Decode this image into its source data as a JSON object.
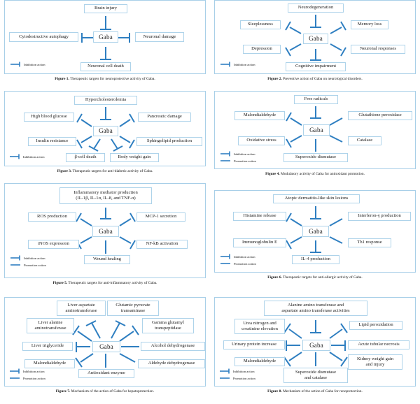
{
  "theme": {
    "line_color": "#2f7fc1",
    "box_border": "#aed3ea",
    "panel_border": "#a8cfe8",
    "background": "#ffffff",
    "text_color": "#1a1a1a"
  },
  "legend_labels": {
    "inhibition": "Inhibition action",
    "promotion": "Promotion action"
  },
  "hub_label": "Gaba",
  "figures": [
    {
      "id": "figure-1",
      "caption_prefix": "Figure 1.",
      "caption_text": "Therapeutic targets for neuroprotective activity of Gaba.",
      "hub": "Gaba",
      "legend": [
        "inhibition"
      ],
      "nodes": [
        {
          "name": "brain-injury",
          "label": "Brain injury",
          "relation": "inhibition",
          "position": "top"
        },
        {
          "name": "cytodestructive-autophagy",
          "label": "Cytodestructive autophagy",
          "relation": "inhibition",
          "position": "left"
        },
        {
          "name": "neuronal-damage",
          "label": "Neuronal damage",
          "relation": "inhibition",
          "position": "right"
        },
        {
          "name": "neuronal-cell-death",
          "label": "Neuronal cell death",
          "relation": "inhibition",
          "position": "bottom"
        }
      ]
    },
    {
      "id": "figure-2",
      "caption_prefix": "Figure 2.",
      "caption_text": "Preventive action of Gaba on neurological disorders.",
      "hub": "Gaba",
      "legend": [
        "inhibition"
      ],
      "nodes": [
        {
          "name": "neurodegeneration",
          "label": "Neurodegeneration",
          "relation": "inhibition",
          "position": "top"
        },
        {
          "name": "sleeplessness",
          "label": "Sleeplessness",
          "relation": "inhibition",
          "position": "upper-left"
        },
        {
          "name": "memory-loss",
          "label": "Memory loss",
          "relation": "inhibition",
          "position": "upper-right"
        },
        {
          "name": "depression",
          "label": "Depression",
          "relation": "inhibition",
          "position": "lower-left"
        },
        {
          "name": "neuronal-responses",
          "label": "Neuronal responses",
          "relation": "inhibition",
          "position": "lower-right"
        },
        {
          "name": "cognitive-impairment",
          "label": "Cognitive impairment",
          "relation": "inhibition",
          "position": "bottom"
        }
      ]
    },
    {
      "id": "figure-3",
      "caption_prefix": "Figure 3.",
      "caption_text": "Therapeutic targets for anti-diabetic activity of Gaba.",
      "hub": "Gaba",
      "legend": [
        "inhibition"
      ],
      "nodes": [
        {
          "name": "hypercholesterolemia",
          "label": "Hypercholesterolemia",
          "relation": "inhibition",
          "position": "top"
        },
        {
          "name": "high-blood-glucose",
          "label": "High blood glucose",
          "relation": "inhibition",
          "position": "upper-left"
        },
        {
          "name": "pancreatic-damage",
          "label": "Pancreatic damage",
          "relation": "inhibition",
          "position": "upper-right"
        },
        {
          "name": "insulin-resistance",
          "label": "Insulin resistance",
          "relation": "inhibition",
          "position": "lower-left"
        },
        {
          "name": "sphingolipid-production",
          "label": "Sphingolipid production",
          "relation": "inhibition",
          "position": "lower-right"
        },
        {
          "name": "beta-cell-death",
          "label": "β-cell death",
          "relation": "inhibition",
          "position": "bottom-left"
        },
        {
          "name": "body-weight-gain",
          "label": "Body weight gain",
          "relation": "inhibition",
          "position": "bottom-right"
        }
      ]
    },
    {
      "id": "figure-4",
      "caption_prefix": "Figure 4.",
      "caption_text": "Modulatory activity of Gaba for antioxidant promotion.",
      "hub": "Gaba",
      "legend": [
        "inhibition",
        "promotion"
      ],
      "nodes": [
        {
          "name": "free-radicals",
          "label": "Free radicals",
          "relation": "inhibition",
          "position": "top"
        },
        {
          "name": "malondialdehyde",
          "label": "Malondialdehyde",
          "relation": "inhibition",
          "position": "upper-left"
        },
        {
          "name": "glutathione-peroxidase",
          "label": "Glutathione peroxidase",
          "relation": "promotion",
          "position": "upper-right"
        },
        {
          "name": "oxidative-stress",
          "label": "Oxidative stress",
          "relation": "inhibition",
          "position": "lower-left"
        },
        {
          "name": "catalase",
          "label": "Catalase",
          "relation": "promotion",
          "position": "lower-right"
        },
        {
          "name": "superoxide-dismutase",
          "label": "Superoxide dismutase",
          "relation": "promotion",
          "position": "bottom"
        }
      ]
    },
    {
      "id": "figure-5",
      "caption_prefix": "Figure 5.",
      "caption_text": "Therapeutic targets for anti-inflammatory activity of Gaba.",
      "hub": "Gaba",
      "legend": [
        "inhibition",
        "promotion"
      ],
      "nodes": [
        {
          "name": "inflammatory-mediator-production",
          "label": "Inflammatory mediator production\n(IL-1β, IL-1α, IL-8, and TNF-α)",
          "relation": "inhibition",
          "position": "top"
        },
        {
          "name": "ros-production",
          "label": "ROS production",
          "relation": "inhibition",
          "position": "upper-left"
        },
        {
          "name": "mcp-1-secretion",
          "label": "MCP-1 secretion",
          "relation": "inhibition",
          "position": "upper-right"
        },
        {
          "name": "inos-expression",
          "label": "iNOS expression",
          "relation": "inhibition",
          "position": "lower-left"
        },
        {
          "name": "nf-kb-activation",
          "label": "NF-kB activation",
          "relation": "inhibition",
          "position": "lower-right"
        },
        {
          "name": "wound-healing",
          "label": "Wound healing",
          "relation": "promotion",
          "position": "bottom"
        }
      ]
    },
    {
      "id": "figure-6",
      "caption_prefix": "Figure 6.",
      "caption_text": "Therapeutic targets for anti-allergic activity of Gaba.",
      "hub": "Gaba",
      "legend": [
        "inhibition",
        "promotion"
      ],
      "nodes": [
        {
          "name": "atopic-dermatitis-like-skin-lesions",
          "label": "Atopic dermatitis-like skin lesions",
          "relation": "inhibition",
          "position": "top"
        },
        {
          "name": "histamine-release",
          "label": "Histamine release",
          "relation": "inhibition",
          "position": "upper-left"
        },
        {
          "name": "interferon-gamma-production",
          "label": "Interferon-γ production",
          "relation": "promotion",
          "position": "upper-right"
        },
        {
          "name": "immunoglobulin-e",
          "label": "Immunoglobulin E",
          "relation": "inhibition",
          "position": "lower-left"
        },
        {
          "name": "th1-response",
          "label": "Th1 response",
          "relation": "promotion",
          "position": "lower-right"
        },
        {
          "name": "il-4-production",
          "label": "IL-4 production",
          "relation": "inhibition",
          "position": "bottom"
        }
      ]
    },
    {
      "id": "figure-7",
      "caption_prefix": "Figure 7.",
      "caption_text": "Mechanism of the action of Gaba for hepatoprotection.",
      "hub": "Gaba",
      "legend": [
        "inhibition",
        "promotion"
      ],
      "nodes": [
        {
          "name": "liver-aspartate-aminotransferase",
          "label": "Liver aspartate\naminotransferase",
          "relation": "inhibition",
          "position": "top-left"
        },
        {
          "name": "glutamic-pyruvate-transaminase",
          "label": "Glutamic pyruvate\ntransaminase",
          "relation": "inhibition",
          "position": "top-right"
        },
        {
          "name": "liver-alanine-aminotransferase",
          "label": "Liver alanine\naminotransferase",
          "relation": "inhibition",
          "position": "upper-left"
        },
        {
          "name": "gamma-glutamyl-transpeptidase",
          "label": "Gamma glutamyl\ntranspeptidase",
          "relation": "inhibition",
          "position": "upper-right"
        },
        {
          "name": "liver-triglyceride",
          "label": "Liver triglyceride",
          "relation": "inhibition",
          "position": "left"
        },
        {
          "name": "alcohol-dehydrogenase",
          "label": "Alcohol dehydrogenase",
          "relation": "promotion",
          "position": "right"
        },
        {
          "name": "malondialdehyde",
          "label": "Malondialdehyde",
          "relation": "inhibition",
          "position": "lower-left"
        },
        {
          "name": "aldehyde-dehydrogenase",
          "label": "Aldehyde dehydrogenase",
          "relation": "promotion",
          "position": "lower-right"
        },
        {
          "name": "antioxidant-enzyme",
          "label": "Antioxidant enzyme",
          "relation": "promotion",
          "position": "bottom"
        }
      ]
    },
    {
      "id": "figure-8",
      "caption_prefix": "Figure 8.",
      "caption_text": "Mechanism of the action of Gaba for renoprotection.",
      "hub": "Gaba",
      "legend": [
        "inhibition",
        "promotion"
      ],
      "nodes": [
        {
          "name": "alanine-aspartate-amino-transferase-activities",
          "label": "Alanine amino transferase and\naspartate amino transferase activities",
          "relation": "inhibition",
          "position": "top"
        },
        {
          "name": "urea-nitrogen-creatinine-elevation",
          "label": "Urea nitrogen and\ncreatinine elevation",
          "relation": "inhibition",
          "position": "upper-left"
        },
        {
          "name": "lipid-peroxidation",
          "label": "Lipid peroxidation",
          "relation": "inhibition",
          "position": "upper-right"
        },
        {
          "name": "urinary-protein-increase",
          "label": "Urinary protein increase",
          "relation": "inhibition",
          "position": "left"
        },
        {
          "name": "acute-tubular-necrosis",
          "label": "Acute tubular necrosis",
          "relation": "inhibition",
          "position": "right"
        },
        {
          "name": "malondialdehyde",
          "label": "Malondialdehyde",
          "relation": "inhibition",
          "position": "lower-left"
        },
        {
          "name": "kidney-weight-gain-injury",
          "label": "Kidney weight gain\nand injury",
          "relation": "inhibition",
          "position": "lower-right"
        },
        {
          "name": "superoxide-dismutase-and-catalase",
          "label": "Superoxide dismutase\nand catalase",
          "relation": "promotion",
          "position": "bottom"
        }
      ]
    }
  ]
}
